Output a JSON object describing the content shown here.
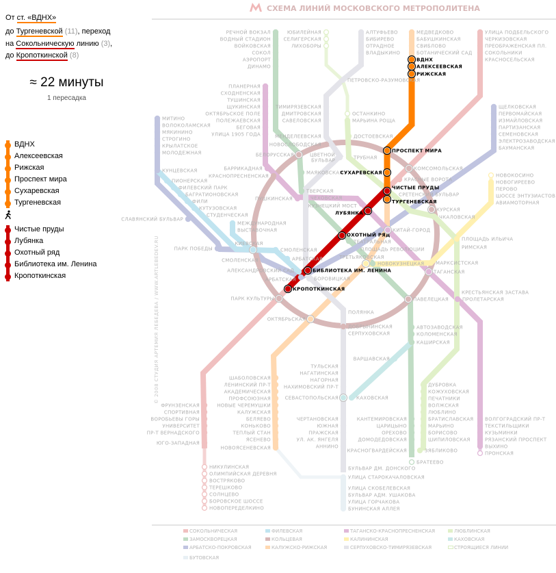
{
  "route": {
    "from_prefix": "От",
    "from_station": "ст. «ВДНХ»",
    "to_prefix1": "до",
    "transfer_station": "Тургеневской",
    "transfer_count": "(11)",
    "transfer_text": ", переход",
    "on_prefix": "на",
    "line_name": "Сокольническую",
    "line_suffix": "линию",
    "line_count": "(3)",
    "comma": ",",
    "to_prefix2": "до",
    "dest_station": "Кропоткинской",
    "dest_count": "(8)",
    "time": "≈ 22 минуты",
    "transfers": "1 пересадка",
    "colors": {
      "orange": "#ff8000",
      "red": "#cc0000"
    },
    "segments": [
      {
        "color": "#ff8000",
        "stations": [
          "ВДНХ",
          "Алексеевская",
          "Рижская",
          "Проспект мира",
          "Сухаревская",
          "Тургеневская"
        ]
      },
      {
        "color": "#cc0000",
        "stations": [
          "Чистые пруды",
          "Лубянка",
          "Охотный ряд",
          "Библиотека им. Ленина",
          "Кропоткинская"
        ]
      }
    ],
    "walk_icon": "walking-person-icon"
  },
  "map": {
    "title": "СХЕМА ЛИНИЙ МОСКОВСКОГО МЕТРОПОЛИТЕНА",
    "logo_icon": "metro-m-logo-icon",
    "copyright": "© 2008 СТУДИЯ АРТЕМИЯ ЛЕБЕДЕВА  /  WWW.ARTLEBEDEV.RU",
    "construction_label": "СТРОЯЩИЕСЯ ЛИНИИ",
    "lines": [
      {
        "name": "СОКОЛЬНИЧЕСКАЯ",
        "color": "#f0c0c0",
        "stations": [
          "УЛИЦА ПОДБЕЛЬСКОГО",
          "ЧЕРКИЗОВСКАЯ",
          "ПРЕОБРАЖЕНСКАЯ ПЛ.",
          "СОКОЛЬНИКИ",
          "КРАСНОСЕЛЬСКАЯ",
          "КРАСНЫЕ ВОРОТА",
          "ЧИСТЫЕ ПРУДЫ",
          "ЛУБЯНКА",
          "ОХОТНЫЙ РЯД",
          "БИБЛИОТЕКА ИМ. ЛЕНИНА",
          "КРОПОТКИНСКАЯ",
          "ФРУНЗЕНСКАЯ",
          "СПОРТИВНАЯ",
          "ВОРОБЬЕВЫ ГОРЫ",
          "УНИВЕРСИТЕТ",
          "ПР-Т ВЕРНАДСКОГО",
          "ЮГО-ЗАПАДНАЯ",
          "НИКУЛИНСКАЯ",
          "ОЛИМПИЙСКАЯ ДЕРЕВНЯ",
          "ВОСТРЯКОВО",
          "ТЕРЕШКОВО",
          "СОЛНЦЕВО",
          "БОРОВСКОЕ ШОССЕ",
          "НОВОПЕРЕДЕЛКИНО"
        ]
      },
      {
        "name": "ЗАМОСКВОРЕЦКАЯ",
        "color": "#c0dcc4",
        "stations": [
          "РЕЧНОЙ ВОКЗАЛ",
          "ВОДНЫЙ СТАДИОН",
          "ВОЙКОВСКАЯ",
          "СОКОЛ",
          "АЭРОПОРТ",
          "ДИНАМО",
          "БЕЛОРУССКАЯ",
          "МАЯКОВСКАЯ",
          "ТВЕРСКАЯ",
          "ТЕАТРАЛЬНАЯ",
          "НОВОКУЗНЕЦКАЯ",
          "ПАВЕЛЕЦКАЯ",
          "АВТОЗАВОДСКАЯ",
          "КОЛОМЕНСКАЯ",
          "КАШИРСКАЯ",
          "КАНТЕМИРОВСКАЯ",
          "ЦАРИЦЫНО",
          "ОРЕХОВО",
          "ДОМОДЕДОВСКАЯ",
          "КРАСНОГВАРДЕЙСКАЯ",
          "БРАТЕЕВО"
        ]
      },
      {
        "name": "АРБАТСКО-ПОКРОВСКАЯ",
        "color": "#c0c4e0",
        "stations": [
          "МИТИНО",
          "ВОЛОКОЛАМСКАЯ",
          "МЯКИНИНО",
          "СТРОГИНО",
          "КРЫЛАТСКОЕ",
          "МОЛОДЕЖНАЯ",
          "КУНЦЕВСКАЯ",
          "СЛАВЯНСКИЙ БУЛЬВАР",
          "ПАРК ПОБЕДЫ",
          "СМОЛЕНСКАЯ",
          "АРБАТСКАЯ",
          "ПЛОЩАДЬ РЕВОЛЮЦИИ",
          "КУРСКАЯ",
          "БАУМАНСКАЯ",
          "ЭЛЕКТРОЗАВОДСКАЯ",
          "СЕМЕНОВСКАЯ",
          "ПАРТИЗАНСКАЯ",
          "ИЗМАЙЛОВСКАЯ",
          "ПЕРВОМАЙСКАЯ",
          "ЩЕЛКОВСКАЯ"
        ]
      },
      {
        "name": "КОЛЬЦЕВАЯ",
        "color": "#d8b8b8",
        "stations": [
          "НОВОСЛОБОДСКАЯ",
          "КРАСНОПРЕСНЕНСКАЯ",
          "КОМСОМОЛЬСКАЯ",
          "ДОБРЫНИНСКАЯ",
          "ОКТЯБРЬСКАЯ",
          "ПАРК КУЛЬТУРЫ"
        ]
      },
      {
        "name": "ФИЛЕВСКАЯ",
        "color": "#c0e4f0",
        "stations": [
          "ПИОНЕРСКАЯ",
          "ФИЛЕВСКИЙ ПАРК",
          "БАГРАТИОНОВСКАЯ",
          "ФИЛИ",
          "КУТУЗОВСКАЯ",
          "СТУДЕНЧЕСКАЯ",
          "МЕЖДУНАРОДНАЯ",
          "ВЫСТАВОЧНАЯ",
          "КИЕВСКАЯ",
          "СМОЛЕНСКАЯ",
          "АРБАТСКАЯ",
          "АЛЕКСАНДРОВСКИЙ САД"
        ]
      },
      {
        "name": "КАЛУЖСКО-РИЖСКАЯ",
        "color": "#ffd8b0",
        "stations": [
          "МЕДВЕДКОВО",
          "БАБУШКИНСКАЯ",
          "СВИБЛОВО",
          "БОТАНИЧЕСКИЙ САД",
          "ВДНХ",
          "АЛЕКСЕЕВСКАЯ",
          "РИЖСКАЯ",
          "ПРОСПЕКТ МИРА",
          "СУХАРЕВСКАЯ",
          "ТУРГЕНЕВСКАЯ",
          "КИТАЙ-ГОРОД",
          "ТРЕТЬЯКОВСКАЯ",
          "ШАБОЛОВСКАЯ",
          "ЛЕНИНСКИЙ ПР-Т",
          "АКАДЕМИЧЕСКАЯ",
          "ПРОФСОЮЗНАЯ",
          "НОВЫЕ ЧЕРЕМУШКИ",
          "КАЛУЖСКАЯ",
          "БЕЛЯЕВО",
          "КОНЬКОВО",
          "ТЕПЛЫЙ СТАН",
          "ЯСЕНЕВО",
          "НОВОЯСЕНЕВСКАЯ"
        ]
      },
      {
        "name": "ТАГАНСКО-КРАСНОПРЕСНЕНСКАЯ",
        "color": "#e0b8d8",
        "stations": [
          "ПЛАНЕРНАЯ",
          "СХОДНЕНСКАЯ",
          "ТУШИНСКАЯ",
          "ЩУКИНСКАЯ",
          "ОКТЯБРЬСКОЕ ПОЛЕ",
          "ПОЛЕЖАЕВСКАЯ",
          "БЕГОВАЯ",
          "УЛИЦА 1905 ГОДА",
          "БАРРИКАДНАЯ",
          "ПУШКИНСКАЯ",
          "КУЗНЕЦКИЙ МОСТ",
          "ТАГАНСКАЯ",
          "ПРОЛЕТАРСКАЯ",
          "ВОЛГОГРАДСКИЙ ПР-Т",
          "ТЕКСТИЛЬЩИКИ",
          "КУЗЬМИНКИ",
          "РЯЗАНСКИЙ ПРОСПЕКТ",
          "ВЫХИНО",
          "ПРОНСКАЯ"
        ]
      },
      {
        "name": "КАЛИНИНСКАЯ",
        "color": "#fff0b0",
        "stations": [
          "НОВОКОСИНО",
          "НОВОГИРЕЕВО",
          "ПЕРОВО",
          "ШОССЕ ЭНТУЗИАСТОВ",
          "АВИАМОТОРНАЯ",
          "ПЛОЩАДЬ ИЛЬИЧА",
          "МАРКСИСТСКАЯ"
        ]
      },
      {
        "name": "СЕРПУХОВСКО-ТИМИРЯЗЕВСКАЯ",
        "color": "#e4e4ea",
        "stations": [
          "АЛТУФЬЕВО",
          "БИБИРЕВО",
          "ОТРАДНОЕ",
          "ВЛАДЫКИНО",
          "ПЕТРОВСКО-РАЗУМОВСКАЯ",
          "ТИМИРЯЗЕВСКАЯ",
          "ДМИТРОВСКАЯ",
          "САВЕЛОВСКАЯ",
          "МЕНДЕЛЕЕВСКАЯ",
          "ЦВЕТНОЙ БУЛЬВАР",
          "ЧЕХОВСКАЯ",
          "БОРОВИЦКАЯ",
          "ПОЛЯНКА",
          "СЕРПУХОВСКАЯ",
          "ТУЛЬСКАЯ",
          "НАГАТИНСКАЯ",
          "НАГОРНАЯ",
          "НАХИМОВСКИЙ ПР-Т",
          "СЕВАСТОПОЛЬСКАЯ",
          "ЧЕРТАНОВСКАЯ",
          "ЮЖНАЯ",
          "ПРАЖСКАЯ",
          "УЛ. АК. ЯНГЕЛЯ",
          "АННИНО",
          "БУЛЬВАР ДМ. ДОНСКОГО"
        ]
      },
      {
        "name": "ЛЮБЛИНСКАЯ",
        "color": "#e0f0c8",
        "stations": [
          "ЮБИЛЕЙНАЯ",
          "СЕЛИГЕРСКАЯ",
          "ЛИХОБОРЫ",
          "ОСТАНКИНО",
          "МАРЬИНА РОЩА",
          "ДОСТОЕВСКАЯ",
          "ТРУБНАЯ",
          "СРЕТЕНСКИЙ БУЛЬВАР",
          "ЧКАЛОВСКАЯ",
          "РИМСКАЯ",
          "КРЕСТЬЯНСКАЯ ЗАСТАВА",
          "ДУБРОВКА",
          "КОЖУХОВСКАЯ",
          "ПЕЧАТНИКИ",
          "ВОЛЖСКАЯ",
          "ЛЮБЛИНО",
          "БРАТИСЛАВСКАЯ",
          "МАРЬИНО",
          "БОРИСОВО",
          "ШИПИЛОВСКАЯ",
          "ЗЯБЛИКОВО"
        ]
      },
      {
        "name": "КАХОВСКАЯ",
        "color": "#c8e8e8",
        "stations": [
          "ВАРШАВСКАЯ",
          "КАХОВСКАЯ"
        ]
      },
      {
        "name": "БУТОВСКАЯ",
        "color": "#e8f0f4",
        "stations": [
          "УЛИЦА СТАРОКАЧАЛОВСКАЯ",
          "УЛИЦА СКОБЕЛЕВСКАЯ",
          "БУЛЬВАР АДМ. УШАКОВА",
          "УЛИЦА ГОРЧАКОВА",
          "БУНИНСКАЯ АЛЛЕЯ"
        ]
      }
    ]
  }
}
